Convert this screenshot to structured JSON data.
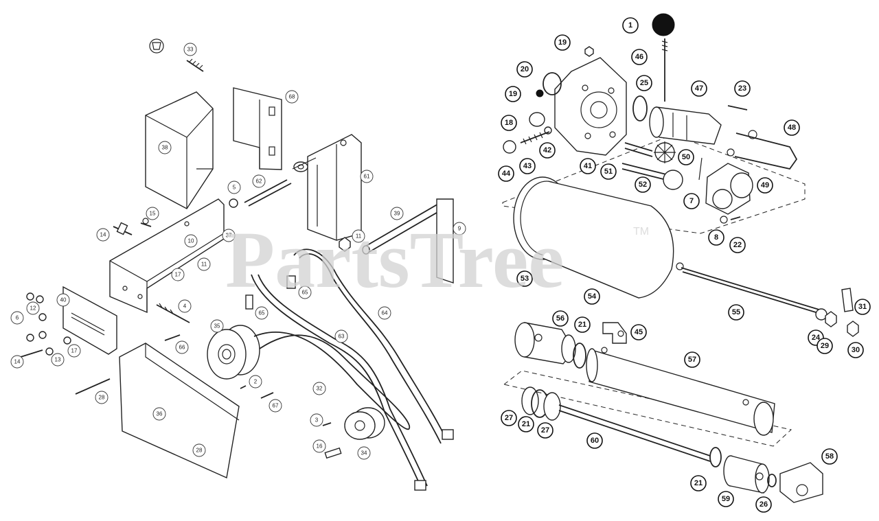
{
  "watermark": {
    "text": "PartsTree",
    "trademark": "TM"
  },
  "left_callouts": [
    "33",
    "38",
    "68",
    "61",
    "62",
    "5",
    "15",
    "14",
    "10",
    "37",
    "11",
    "39",
    "9",
    "11",
    "40",
    "6",
    "12",
    "4",
    "17",
    "65",
    "65",
    "64",
    "14",
    "13",
    "17",
    "66",
    "35",
    "63",
    "28",
    "2",
    "32",
    "67",
    "36",
    "3",
    "34",
    "28",
    "16"
  ],
  "right_callouts": [
    "1",
    "19",
    "46",
    "20",
    "25",
    "47",
    "23",
    "19",
    "18",
    "48",
    "42",
    "41",
    "50",
    "44",
    "43",
    "51",
    "52",
    "49",
    "7",
    "8",
    "22",
    "53",
    "54",
    "55",
    "31",
    "56",
    "21",
    "45",
    "24",
    "29",
    "30",
    "57",
    "27",
    "21",
    "27",
    "60",
    "58",
    "21",
    "59",
    "26"
  ]
}
